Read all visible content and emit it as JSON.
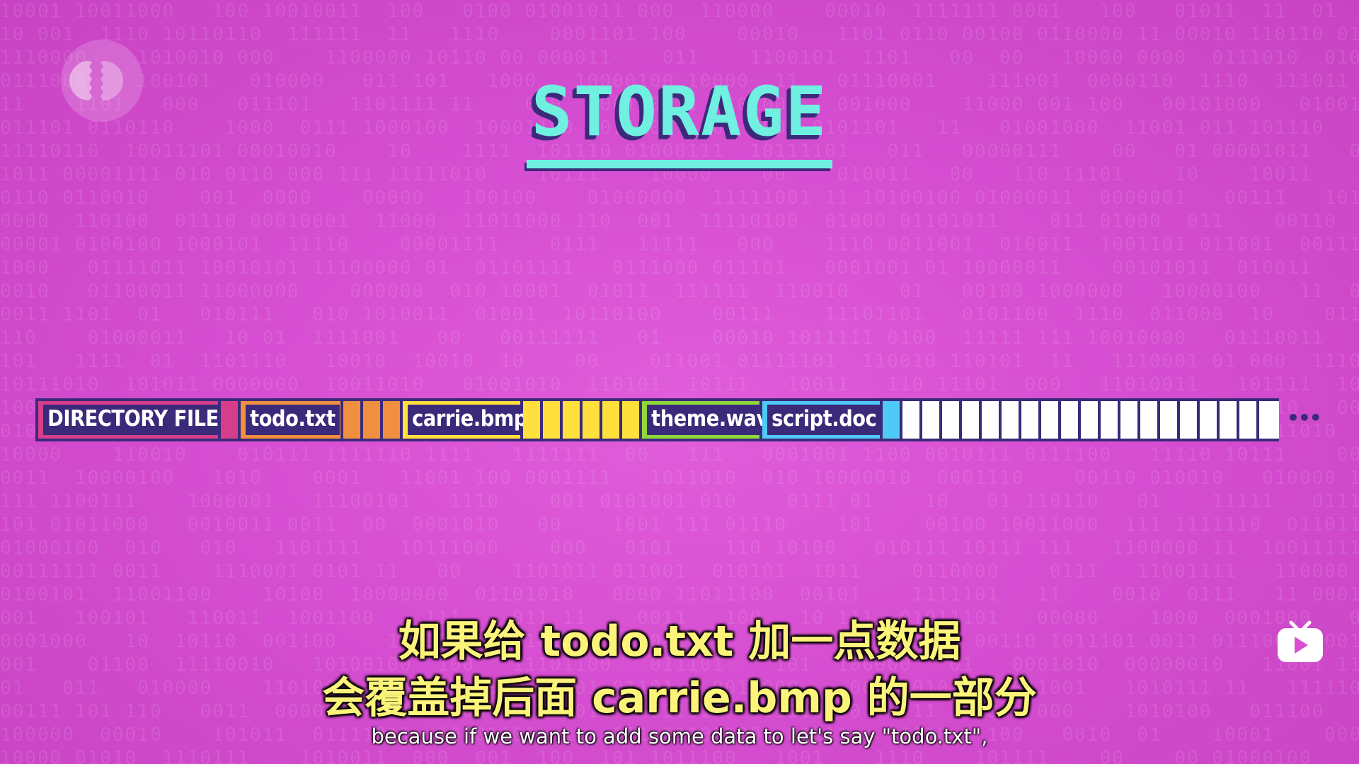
{
  "title": "STORAGE",
  "storage": {
    "blocks": [
      {
        "name": "directory-file-block",
        "label": "DIRECTORY FILE",
        "color": "#d63e8b",
        "width": 258
      },
      {
        "name": "directory-file-extra-block",
        "label": "",
        "color": "#d63e8b",
        "width": 28
      },
      {
        "name": "todo-file-block",
        "label": "todo.txt",
        "color": "#f08f3f",
        "width": 145
      },
      {
        "name": "todo-file-extra-block",
        "label": "",
        "color": "#f08f3f",
        "width": 28
      },
      {
        "name": "todo-file-extra-block",
        "label": "",
        "color": "#f08f3f",
        "width": 28
      },
      {
        "name": "todo-file-extra-block",
        "label": "",
        "color": "#f08f3f",
        "width": 28
      },
      {
        "name": "carrie-file-block",
        "label": "carrie.bmp",
        "color": "#ffe03d",
        "width": 170
      },
      {
        "name": "carrie-file-extra-block",
        "label": "",
        "color": "#ffe03d",
        "width": 28
      },
      {
        "name": "carrie-file-extra-block",
        "label": "",
        "color": "#ffe03d",
        "width": 28
      },
      {
        "name": "carrie-file-extra-block",
        "label": "",
        "color": "#ffe03d",
        "width": 28
      },
      {
        "name": "carrie-file-extra-block",
        "label": "",
        "color": "#ffe03d",
        "width": 28
      },
      {
        "name": "carrie-file-extra-block",
        "label": "",
        "color": "#ffe03d",
        "width": 28
      },
      {
        "name": "carrie-file-extra-block",
        "label": "",
        "color": "#ffe03d",
        "width": 28
      },
      {
        "name": "theme-file-block",
        "label": "theme.wav",
        "color": "#8fd83a",
        "width": 170
      },
      {
        "name": "script-file-block",
        "label": "script.doc",
        "color": "#4fc9f5",
        "width": 170
      },
      {
        "name": "script-file-extra-block",
        "label": "",
        "color": "#4fc9f5",
        "width": 28
      },
      {
        "name": "free-block",
        "label": "",
        "color": "#ffffff",
        "width": 28
      },
      {
        "name": "free-block",
        "label": "",
        "color": "#ffffff",
        "width": 28
      },
      {
        "name": "free-block",
        "label": "",
        "color": "#ffffff",
        "width": 28
      },
      {
        "name": "free-block",
        "label": "",
        "color": "#ffffff",
        "width": 28
      },
      {
        "name": "free-block",
        "label": "",
        "color": "#ffffff",
        "width": 28
      },
      {
        "name": "free-block",
        "label": "",
        "color": "#ffffff",
        "width": 28
      },
      {
        "name": "free-block",
        "label": "",
        "color": "#ffffff",
        "width": 28
      },
      {
        "name": "free-block",
        "label": "",
        "color": "#ffffff",
        "width": 28
      },
      {
        "name": "free-block",
        "label": "",
        "color": "#ffffff",
        "width": 28
      },
      {
        "name": "free-block",
        "label": "",
        "color": "#ffffff",
        "width": 28
      },
      {
        "name": "free-block",
        "label": "",
        "color": "#ffffff",
        "width": 28
      },
      {
        "name": "free-block",
        "label": "",
        "color": "#ffffff",
        "width": 28
      },
      {
        "name": "free-block",
        "label": "",
        "color": "#ffffff",
        "width": 28
      },
      {
        "name": "free-block",
        "label": "",
        "color": "#ffffff",
        "width": 28
      },
      {
        "name": "free-block",
        "label": "",
        "color": "#ffffff",
        "width": 28
      },
      {
        "name": "free-block",
        "label": "",
        "color": "#ffffff",
        "width": 28
      },
      {
        "name": "free-block",
        "label": "",
        "color": "#ffffff",
        "width": 28
      },
      {
        "name": "free-block",
        "label": "",
        "color": "#ffffff",
        "width": 28
      },
      {
        "name": "free-block",
        "label": "",
        "color": "#ffffff",
        "width": 28
      }
    ],
    "more": "•••"
  },
  "subtitles": {
    "cn_line1": "如果给 todo.txt 加一点数据",
    "cn_line2": "会覆盖掉后面 carrie.bmp 的一部分",
    "en": "because if we want to add some data to let's say \"todo.txt\","
  },
  "colors": {
    "background": "#d84fd3",
    "title": "#6ff0e0",
    "outline": "#3b2a7a",
    "subtitle_cn": "#fbf37a"
  },
  "icons": {
    "logo": "pbs-logo-icon",
    "badge": "play-icon"
  }
}
